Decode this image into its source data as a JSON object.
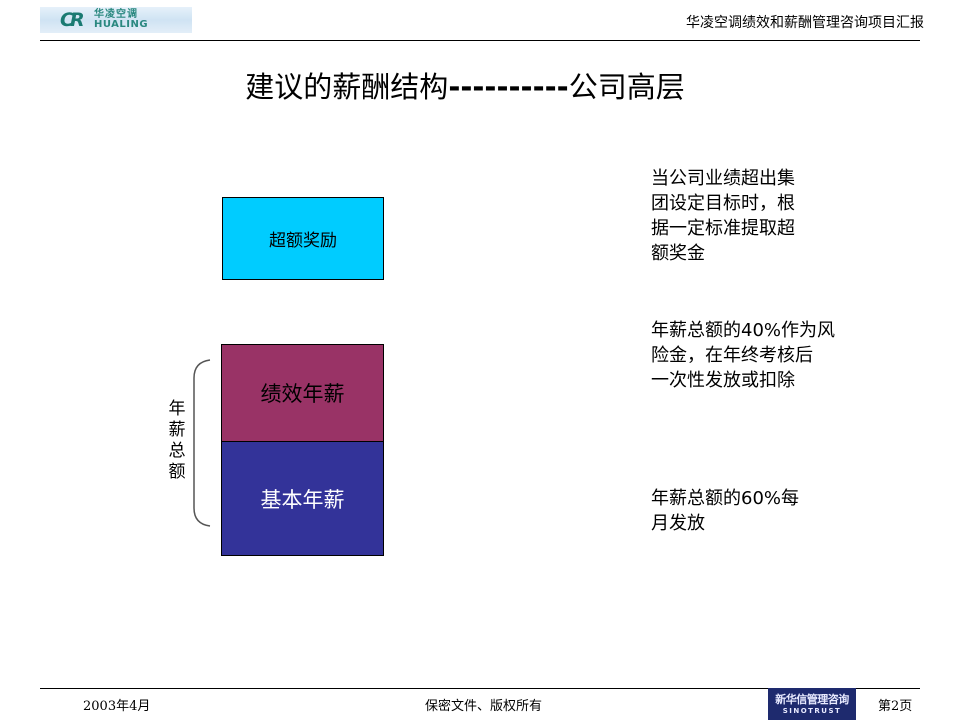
{
  "header": {
    "logo": {
      "mark": "CR",
      "cn": "华凌空调",
      "en": "HUALING"
    },
    "title": "华凌空调绩效和薪酬管理咨询项目汇报"
  },
  "slide": {
    "title_prefix": "建议的薪酬结构",
    "title_dash": "----------",
    "title_suffix": "公司高层"
  },
  "diagram": {
    "boxes": {
      "bonus": {
        "label": "超额奖励",
        "color": "#00ccff"
      },
      "performance": {
        "label": "绩效年薪",
        "color": "#993366"
      },
      "base": {
        "label": "基本年薪",
        "color": "#333399"
      }
    },
    "brace_label": [
      "年",
      "薪",
      "总",
      "额"
    ]
  },
  "notes": {
    "bonus": [
      "当公司业绩超出集",
      "团设定目标时，根",
      "据一定标准提取超",
      "额奖金"
    ],
    "performance": [
      "年薪总额的40%作为风",
      "险金，在年终考核后",
      "一次性发放或扣除"
    ],
    "base": [
      "年薪总额的60%每",
      "月发放"
    ]
  },
  "footer": {
    "date": "2003年4月",
    "confidential": "保密文件、版权所有",
    "logo_cn": "新华信管理咨询",
    "logo_en": "SINOTRUST",
    "page": "第2页"
  }
}
